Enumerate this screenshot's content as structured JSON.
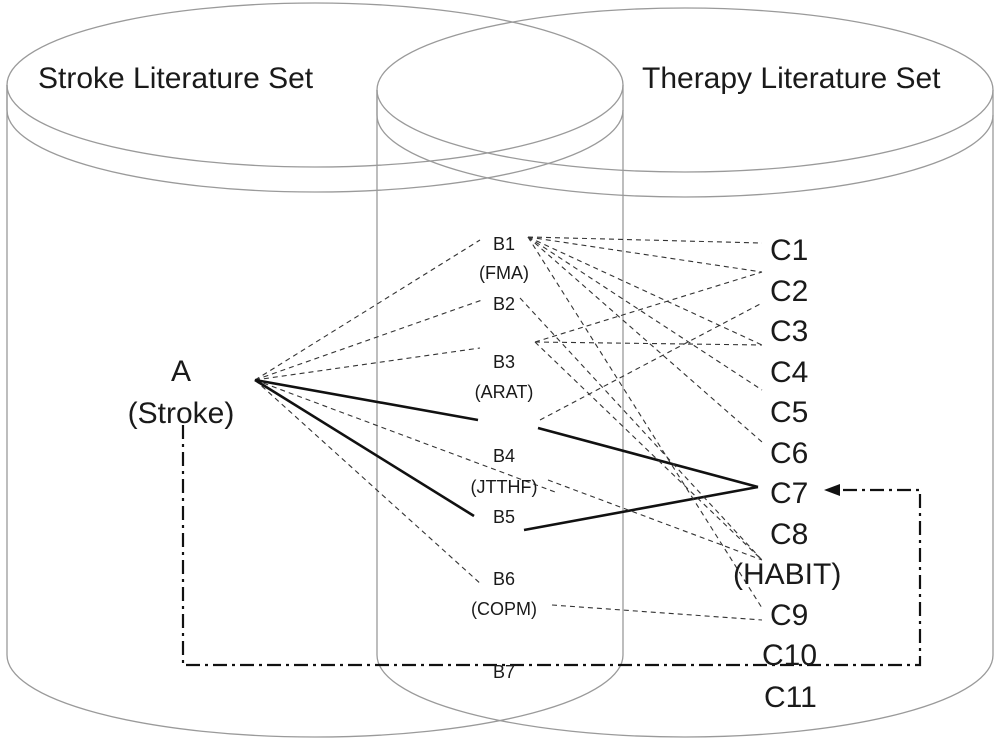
{
  "sets": {
    "left_label": "Stroke Literature Set",
    "right_label": "Therapy Literature Set"
  },
  "node_a": {
    "line1": "A",
    "line2": "(Stroke)"
  },
  "b_nodes": {
    "b1": {
      "name": "B1",
      "sub": "(FMA)"
    },
    "b2": {
      "name": "B2"
    },
    "b3": {
      "name": "B3",
      "sub": "(ARAT)"
    },
    "b4": {
      "name": "B4",
      "sub": "(JTTHF)"
    },
    "b5": {
      "name": "B5"
    },
    "b6": {
      "name": "B6",
      "sub": "(COPM)"
    },
    "b7": {
      "name": "B7"
    }
  },
  "c_nodes": {
    "c1": "C1",
    "c2": "C2",
    "c3": "C3",
    "c4": "C4",
    "c5": "C5",
    "c6": "C6",
    "c7": "C7",
    "c8": "C8",
    "c8_sub": "(HABIT)",
    "c9": "C9",
    "c10": "C10",
    "c11": "C11"
  }
}
